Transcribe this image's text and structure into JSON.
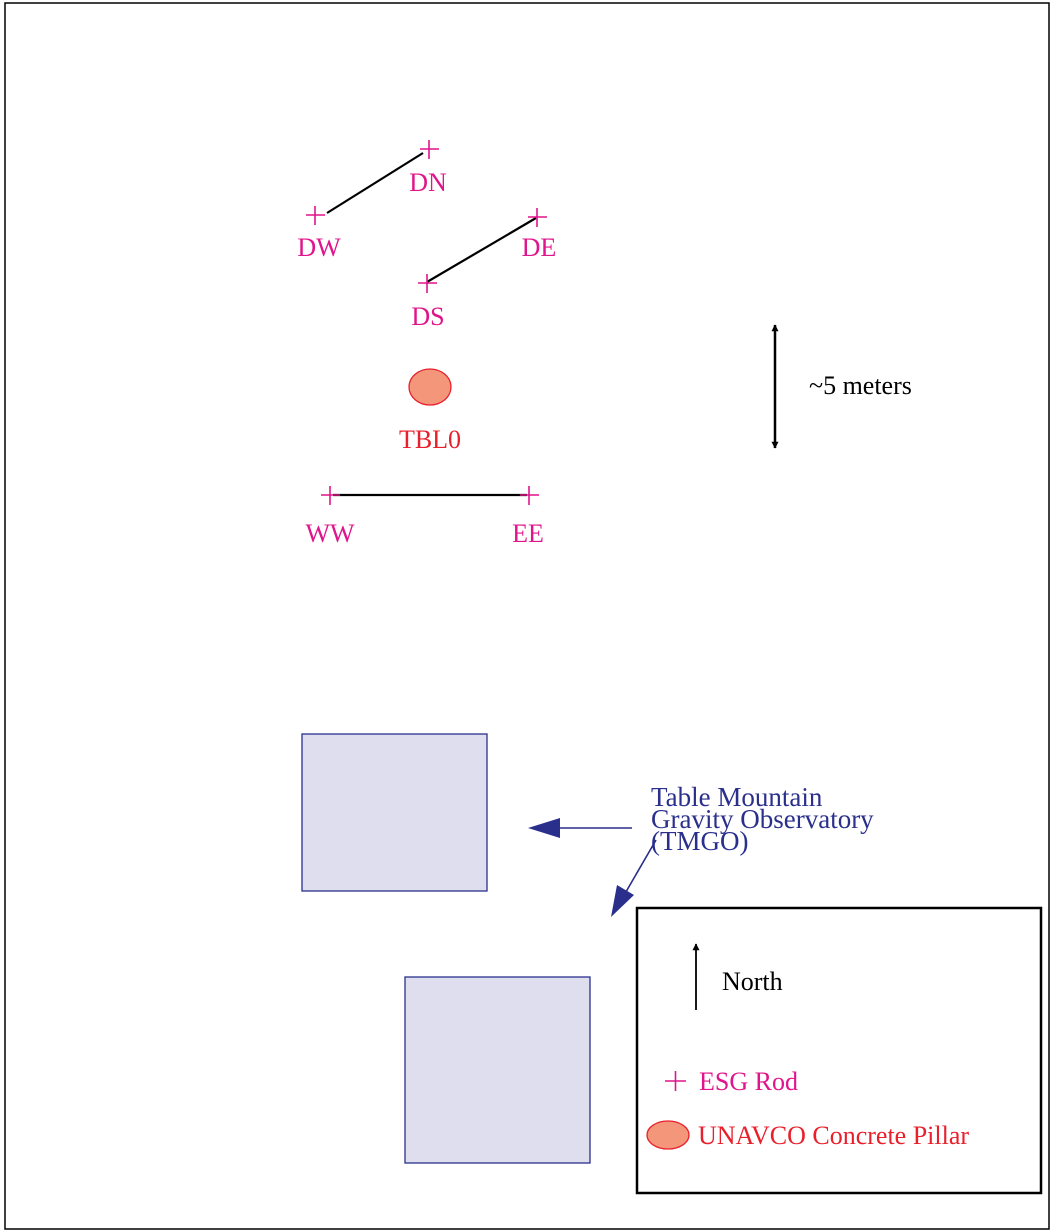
{
  "colors": {
    "rod": "#e0148c",
    "pillar_fill": "#f4967a",
    "pillar_stroke": "#e8202c",
    "pillar_label": "#e8202c",
    "building_fill": "#dedeee",
    "building_stroke": "#2a2f8c",
    "annotation": "#2a2f8c",
    "line": "#000000"
  },
  "rods": {
    "dn": "DN",
    "dw": "DW",
    "de": "DE",
    "ds": "DS",
    "ww": "WW",
    "ee": "EE"
  },
  "pillar": {
    "label": "TBL0"
  },
  "scale": {
    "label": "~5 meters"
  },
  "building": {
    "label_lines": [
      "Table Mountain",
      "Gravity Observatory",
      "(TMGO)"
    ]
  },
  "legend": {
    "north_label": "North",
    "rod_label": "ESG Rod",
    "pillar_label": "UNAVCO Concrete Pillar"
  }
}
